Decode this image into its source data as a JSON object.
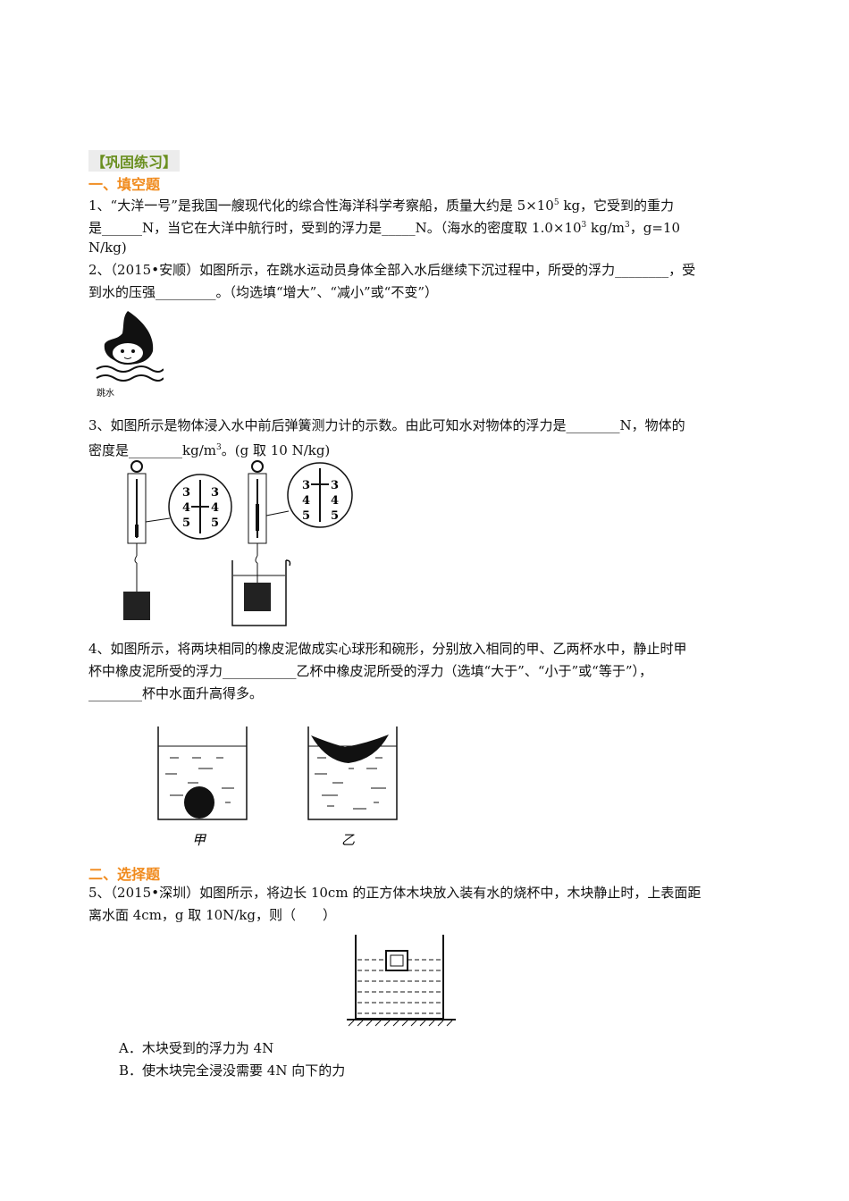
{
  "section_tag": "【巩固练习】",
  "section1_title": "一、填空题",
  "section2_title": "二、选择题",
  "q1": {
    "line1_a": "1、“大洋一号”是我国一艘现代化的综合性海洋科学考察船，质量大约是 5×10",
    "line1_sup": "5",
    "line1_b": "   kg，它受到的重力",
    "line2_a": "是______N，当它在大洋中航行时，受到的浮力是_____N。（海水的密度取 1.0×10",
    "line2_sup": "3",
    "line2_b": "   kg/m",
    "line2_sup2": "3",
    "line2_c": "，g=10",
    "line3": "N/kg)"
  },
  "q2": {
    "line1": "2、（2015•安顺）如图所示，在跳水运动员身体全部入水后继续下沉过程中，所受的浮力________，受",
    "line2": "到水的压强_________。（均选填“增大”、“减小”或“不变”）",
    "figure_caption": "跳水"
  },
  "q3": {
    "line1": "3、如图所示是物体浸入水中前后弹簧测力计的示数。由此可知水对物体的浮力是________N，物体的",
    "line2_a": "密度是________kg/m",
    "line2_sup": "3",
    "line2_b": "。(g 取 10  N/kg)",
    "scale_labels": [
      "3",
      "4",
      "5"
    ]
  },
  "q4": {
    "line1": "4、如图所示，将两块相同的橡皮泥做成实心球形和碗形，分别放入相同的甲、乙两杯水中，静止时甲",
    "line2": "杯中橡皮泥所受的浮力___________乙杯中橡皮泥所受的浮力（选填“大于”、“小于”或“等于”），",
    "line3": "________杯中水面升高得多。",
    "label_jia": "甲",
    "label_yi": "乙"
  },
  "q5": {
    "line1": "5、（2015•深圳）如图所示，将边长 10cm 的正方体木块放入装有水的烧杯中，木块静止时，上表面距",
    "line2": "离水面 4cm，g 取 10N/kg，则（　　）",
    "options": [
      "A．木块受到的浮力为 4N",
      "B．使木块完全浸没需要 4N 向下的力"
    ]
  }
}
